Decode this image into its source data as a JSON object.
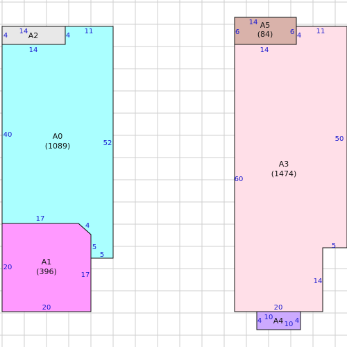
{
  "colors": {
    "grid": "#cfcfcf",
    "room_a0": "#aaffff",
    "room_a1": "#ff99ff",
    "room_a2": "#e8e8e8",
    "room_a3": "#ffdfe8",
    "room_a4": "#ccaaff",
    "room_a5": "#d9b2aa",
    "dimension_text": "#1a1ad0"
  },
  "rooms": {
    "a0": {
      "name": "A0",
      "area": "(1089)"
    },
    "a1": {
      "name": "A1",
      "area": "(396)"
    },
    "a2": {
      "name": "A2"
    },
    "a3": {
      "name": "A3",
      "area": "(1474)"
    },
    "a4": {
      "name": "A4"
    },
    "a5": {
      "name": "A5",
      "area": "(84)"
    }
  },
  "dimensions": {
    "a0": {
      "top_right": "11",
      "left": "40",
      "right": "52",
      "bottom": "17",
      "chamfer": "4",
      "step_down": "5",
      "step_out": "5"
    },
    "a1": {
      "left": "20",
      "right": "17",
      "bottom": "20"
    },
    "a2": {
      "top": "14",
      "left": "4",
      "right": "4",
      "bottom": "14"
    },
    "a3": {
      "top_right": "11",
      "top_left": "14",
      "left": "60",
      "right": "50",
      "step_in": "5",
      "lower_right": "14",
      "bottom": "20"
    },
    "a4": {
      "top": "10",
      "bottom": "10",
      "left": "4",
      "right": "4"
    },
    "a5": {
      "top": "14",
      "left": "6",
      "right": "6",
      "inner_right": "4"
    }
  }
}
